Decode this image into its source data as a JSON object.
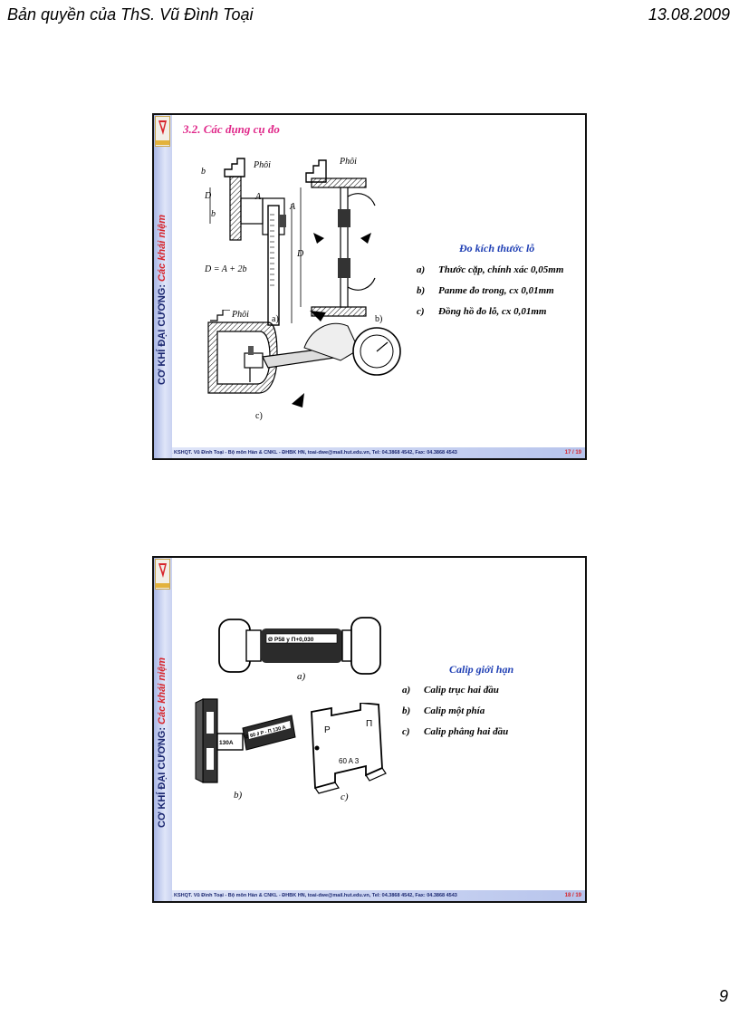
{
  "page": {
    "header_left": "Bản quyền của ThS. Vũ Đình Toại",
    "header_right": "13.08.2009",
    "page_number": "9"
  },
  "slides": [
    {
      "vertical_title_main": "CƠ KHÍ ĐẠI CƯƠNG: ",
      "vertical_title_accent": "Các khái niệm",
      "title": "3.2. Các dụng cụ đo",
      "heading": "Đo kích thước lỗ",
      "items": [
        {
          "marker": "a)",
          "text": "Thước cặp, chính xác 0,05mm"
        },
        {
          "marker": "b)",
          "text": "Panme đo trong, cx 0,01mm"
        },
        {
          "marker": "c)",
          "text": "Đồng hồ đo lỗ, cx 0,01mm"
        }
      ],
      "figure_labels": {
        "phoi1": "Phôi",
        "phoi2": "Phôi",
        "phoi3": "Phôi",
        "b_top": "b",
        "b_bottom": "b",
        "D_left": "D",
        "A1": "A",
        "A2": "A",
        "D_right": "D",
        "formula": "D = A + 2b",
        "a": "a)",
        "b": "b)",
        "c": "c)"
      },
      "footer": "© ThS. KSHQT. Vũ Đình Toại - Bộ môn Hàn & CNKL - ĐHBK HN, toai-dwe@mail.hut.edu.vn, Tel: 04.3868 4542, Fax: 04.3868 4543",
      "page": "17 / 19"
    },
    {
      "vertical_title_main": "CƠ KHÍ ĐẠI CƯƠNG: ",
      "vertical_title_accent": "Các khái niệm",
      "heading": "Calip giới hạn",
      "items": [
        {
          "marker": "a)",
          "text": "Calip trục hai đầu"
        },
        {
          "marker": "b)",
          "text": "Calip một phía"
        },
        {
          "marker": "c)",
          "text": "Calip phẳng hai đầu"
        }
      ],
      "figure_labels": {
        "plug_marking": "Ø P58 y  Π+0,030",
        "single_marking": "Ø 60 ∂ P - Π 130 A",
        "flat_p": "P",
        "flat_pi": "Π",
        "flat_size": "60 A 3",
        "label_130": "130A",
        "a": "a)",
        "b": "b)",
        "c": "c)"
      },
      "footer": "© ThS. KSHQT. Vũ Đình Toại - Bộ môn Hàn & CNKL - ĐHBK HN, toai-dwe@mail.hut.edu.vn, Tel: 04.3868 4542, Fax: 04.3868 4543",
      "page": "18 / 19"
    }
  ],
  "colors": {
    "title_pink": "#e0298a",
    "heading_blue": "#1f3fb4",
    "sidebar_navy": "#1b2770",
    "accent_red": "#d7242b"
  }
}
